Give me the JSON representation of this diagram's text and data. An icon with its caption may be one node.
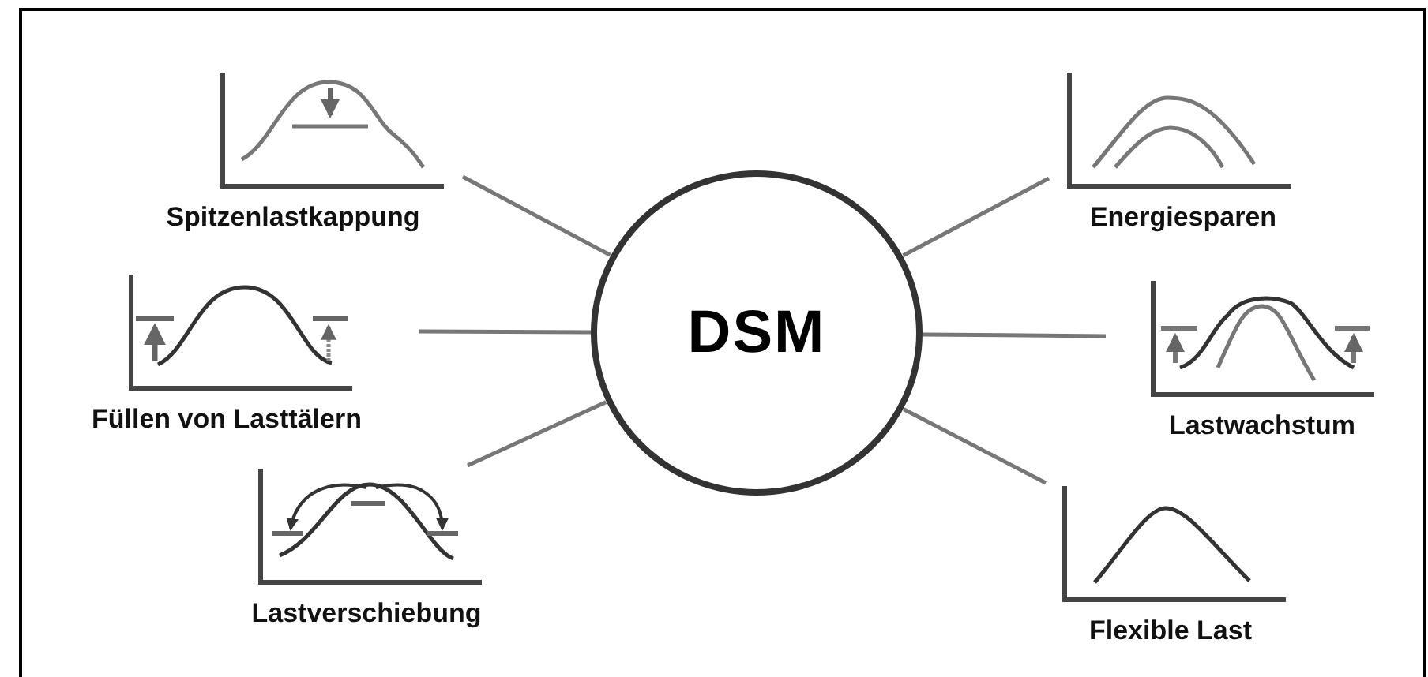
{
  "diagram": {
    "nodes": [
      {
        "text": [
          "DSM"
        ]
      },
      {
        "text": [
          "Spitzenlastkappung"
        ]
      },
      {
        "text": [
          "Energiesparen"
        ]
      },
      {
        "text": [
          "Füllen von Lasttälern"
        ]
      },
      {
        "text": [
          "Lastwachstum"
        ]
      },
      {
        "text": [
          "Lastverschiebung"
        ]
      },
      {
        "text": [
          "Flexible Last"
        ]
      }
    ],
    "edges": [
      {
        "from": 0,
        "to": 1,
        "arrow": "none"
      },
      {
        "from": 0,
        "to": 2,
        "arrow": "none"
      },
      {
        "from": 0,
        "to": 3,
        "arrow": "none"
      },
      {
        "from": 0,
        "to": 4,
        "arrow": "none"
      },
      {
        "from": 0,
        "to": 5,
        "arrow": "none"
      },
      {
        "from": 0,
        "to": 6,
        "arrow": "none"
      }
    ]
  }
}
